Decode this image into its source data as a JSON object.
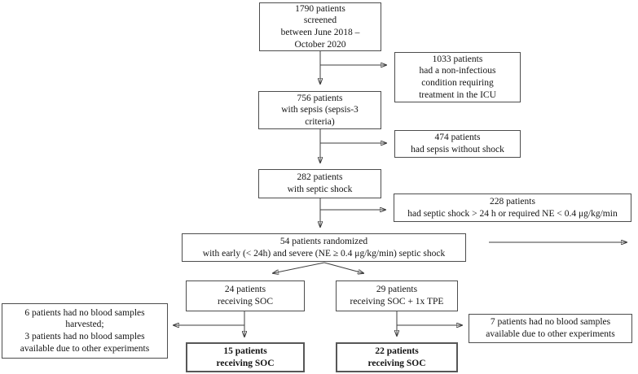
{
  "figure": {
    "type": "patient-flow-diagram",
    "boxes": {
      "screened": {
        "lines": [
          "1790 patients",
          "screened",
          "between June 2018 –",
          "October 2020"
        ]
      },
      "excl_icu": {
        "lines": [
          "1033 patients",
          "had a non-infectious",
          "condition requiring",
          "treatment in the ICU"
        ]
      },
      "sepsis": {
        "lines": [
          "756 patients",
          "with sepsis (sepsis-3",
          "criteria)"
        ]
      },
      "excl_noshock": {
        "lines": [
          "474 patients",
          "had sepsis without shock"
        ]
      },
      "shock": {
        "lines": [
          "282 patients",
          "with septic shock"
        ]
      },
      "excl_late": {
        "lines": [
          "228 patients",
          "had septic shock > 24 h or required NE < 0.4 μg/kg/min"
        ]
      },
      "randomized": {
        "lines": [
          "54 patients randomized",
          "with early (< 24h) and severe (NE ≥ 0.4 μg/kg/min) septic shock"
        ]
      },
      "soc_arm": {
        "lines": [
          "24 patients",
          "receiving SOC"
        ]
      },
      "tpe_arm": {
        "lines": [
          "29 patients",
          "receiving SOC + 1x TPE"
        ]
      },
      "excl_soc": {
        "lines": [
          "6 patients had no blood samples",
          "harvested;",
          "3 patients had no blood samples",
          "available due to other experiments"
        ]
      },
      "excl_tpe": {
        "lines": [
          "7 patients had no blood samples",
          "available due to other experiments"
        ]
      },
      "soc_final": {
        "lines": [
          "15 patients",
          "receiving SOC"
        ]
      },
      "tpe_final": {
        "lines": [
          "22 patients",
          "receiving SOC"
        ]
      }
    },
    "colors": {
      "background": "#ffffff",
      "box_border": "#4d4d4d",
      "final_box_border": "#575757",
      "arrow": "#3e3e3e",
      "text": "#141414"
    }
  }
}
